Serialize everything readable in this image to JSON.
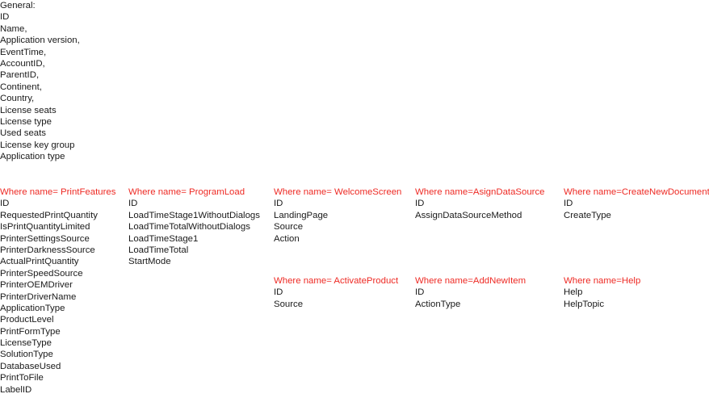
{
  "general": {
    "heading": "General:",
    "fields": [
      "ID",
      "Name,",
      "Application version,",
      "EventTime,",
      "AccountID,",
      "ParentID,",
      "Continent,",
      "Country,",
      "License seats",
      "License type",
      "Used seats",
      "License key group",
      "Application type"
    ]
  },
  "sections": [
    {
      "title": "Where name= PrintFeatures",
      "fields": [
        "ID",
        "RequestedPrintQuantity",
        "IsPrintQuantityLimited",
        "PrinterSettingsSource",
        "PrinterDarknessSource",
        "ActualPrintQuantity",
        "PrinterSpeedSource",
        "PrinterOEMDriver",
        "PrinterDriverName",
        "ApplicationType",
        "ProductLevel",
        "PrintFormType",
        "LicenseType",
        "SolutionType",
        "DatabaseUsed",
        "PrintToFile",
        "LabelID"
      ]
    },
    {
      "title": "Where name= ProgramLoad",
      "fields": [
        "ID",
        "LoadTimeStage1WithoutDialogs",
        "LoadTimeTotalWithoutDialogs",
        "LoadTimeStage1",
        "LoadTimeTotal",
        "StartMode"
      ]
    },
    {
      "title": "Where name= WelcomeScreen",
      "fields": [
        "ID",
        "LandingPage",
        "Source",
        "Action"
      ]
    },
    {
      "title": "Where name=AsignDataSource",
      "fields": [
        "ID",
        "AssignDataSourceMethod"
      ]
    },
    {
      "title": "Where name=CreateNewDocument",
      "fields": [
        "ID",
        "CreateType"
      ]
    },
    {
      "title": "Where name= ActivateProduct",
      "fields": [
        "ID",
        "Source"
      ]
    },
    {
      "title": "Where name=AddNewItem",
      "fields": [
        "ID",
        "ActionType"
      ]
    },
    {
      "title": "Where name=Help",
      "fields": [
        "Help",
        "HelpTopic"
      ]
    }
  ]
}
